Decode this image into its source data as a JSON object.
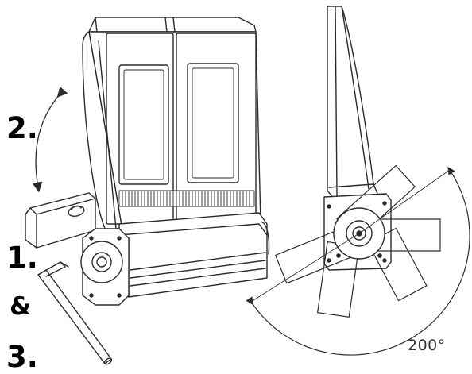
{
  "steps": {
    "step2": "2.",
    "step1": "1.",
    "ampersand": "&",
    "step3": "3."
  },
  "rotation": {
    "angle_label": "200°"
  },
  "colors": {
    "line": "#2b2b2b",
    "background": "#ffffff"
  }
}
